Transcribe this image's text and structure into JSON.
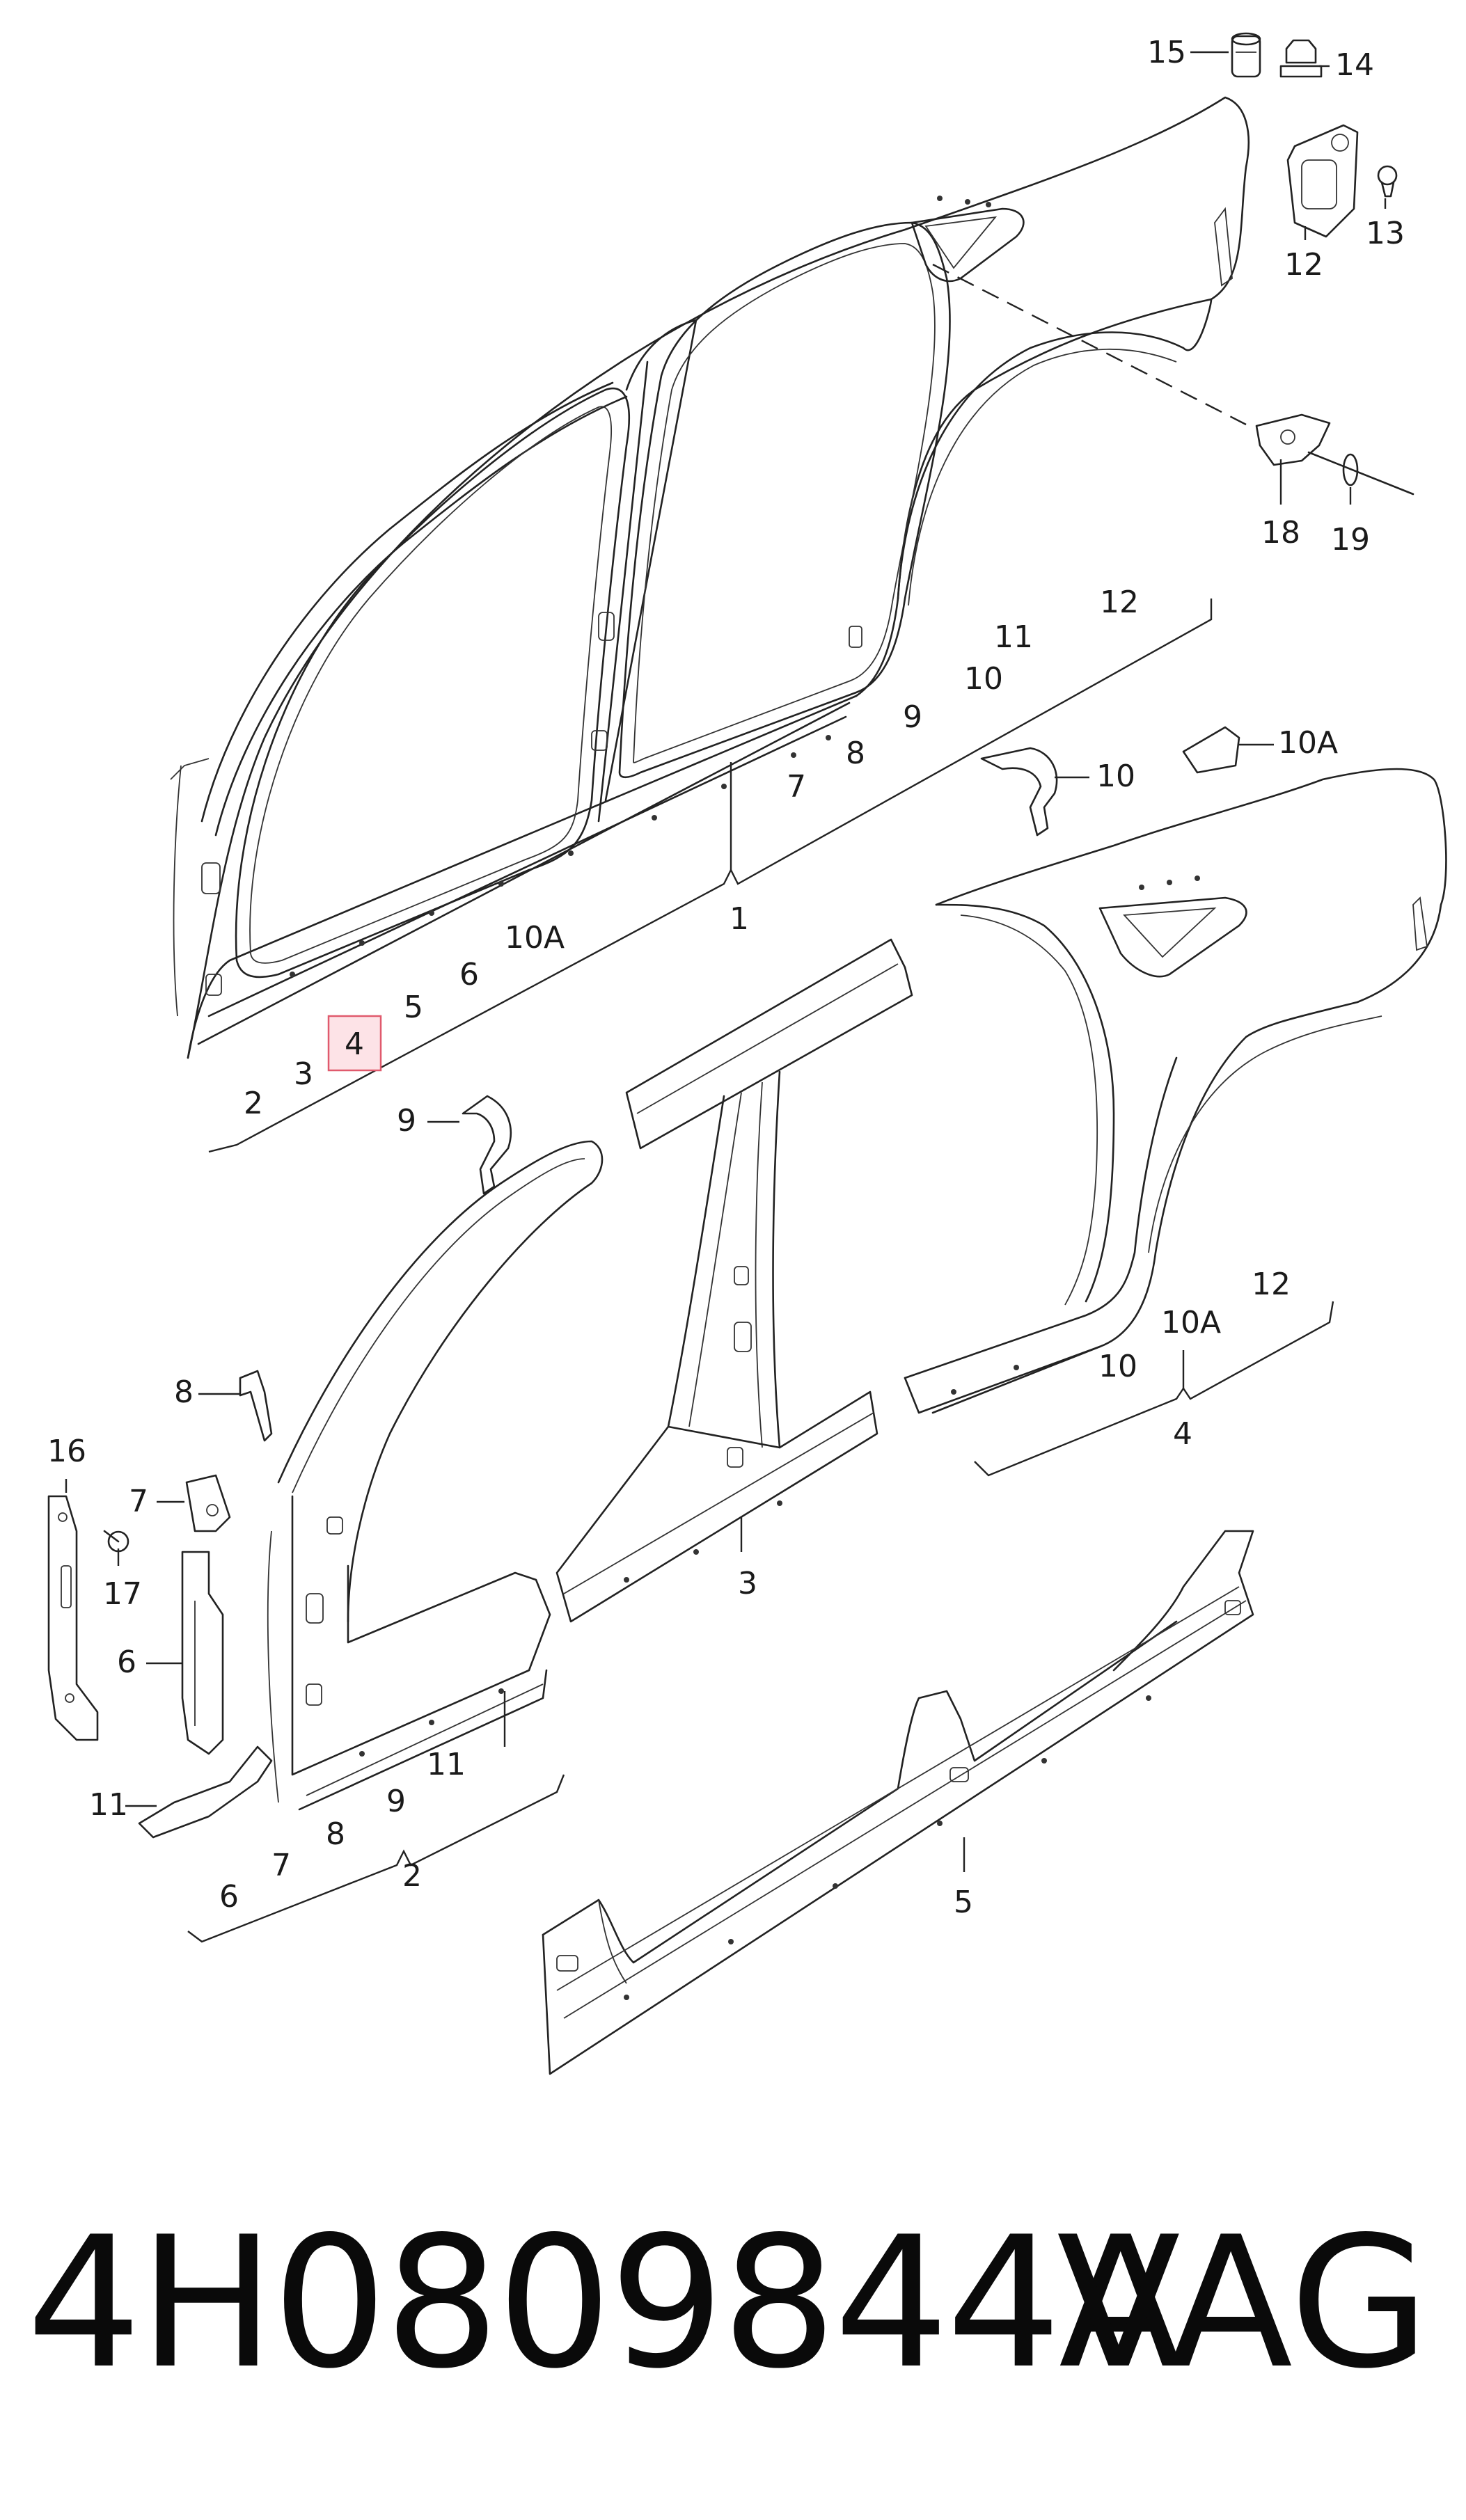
{
  "callouts": {
    "c15": "15",
    "c14": "14",
    "c12a": "12",
    "c13": "13",
    "c18": "18",
    "c19": "19",
    "g1_12": "12",
    "g1_11": "11",
    "g1_10": "10",
    "g1_9": "9",
    "g1_8": "8",
    "g1_7": "7",
    "g1_1": "1",
    "g1_10A": "10A",
    "g1_6": "6",
    "g1_5": "5",
    "g1_4": "4",
    "g1_3": "3",
    "g1_2": "2",
    "p10": "10",
    "p10A": "10A",
    "p9": "9",
    "g4_12": "12",
    "g4_10A": "10A",
    "g4_10": "10",
    "g4_4": "4",
    "p8": "8",
    "p16": "16",
    "p7": "7",
    "p17": "17",
    "p6": "6",
    "p11": "11",
    "g2_11": "11",
    "g2_9": "9",
    "g2_8": "8",
    "g2_7": "7",
    "g2_6": "6",
    "g2_2": "2",
    "p3": "3",
    "p5": "5"
  },
  "highlighted_callout": "4",
  "highlight_color": "#e05a6d",
  "part_number": "4H0809844A",
  "brand": "VAG"
}
